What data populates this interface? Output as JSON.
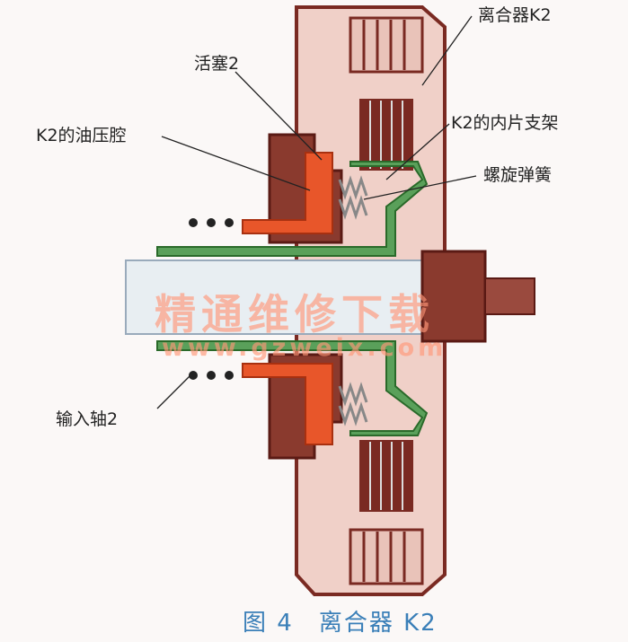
{
  "labels": {
    "clutch_k2": "离合器K2",
    "piston_2": "活塞2",
    "k2_pressure_chamber": "K2的油压腔",
    "k2_inner_plate_carrier": "K2的内片支架",
    "coil_spring": "螺旋弹簧",
    "input_shaft_2": "输入轴2"
  },
  "watermark": {
    "text_cn": "精通维修下载",
    "url": "www.gzweix.com"
  },
  "caption": {
    "figure": "图 4",
    "title": "离合器 K2"
  },
  "colors": {
    "housing_dark_red": "#7a2a22",
    "piston_orange": "#e8562a",
    "carrier_green": "#5aa05a",
    "shaft_white": "#e8eef2",
    "spring_gray": "#9a9a9a",
    "caption_blue": "#3a7fb8",
    "watermark": "#ff9678"
  }
}
